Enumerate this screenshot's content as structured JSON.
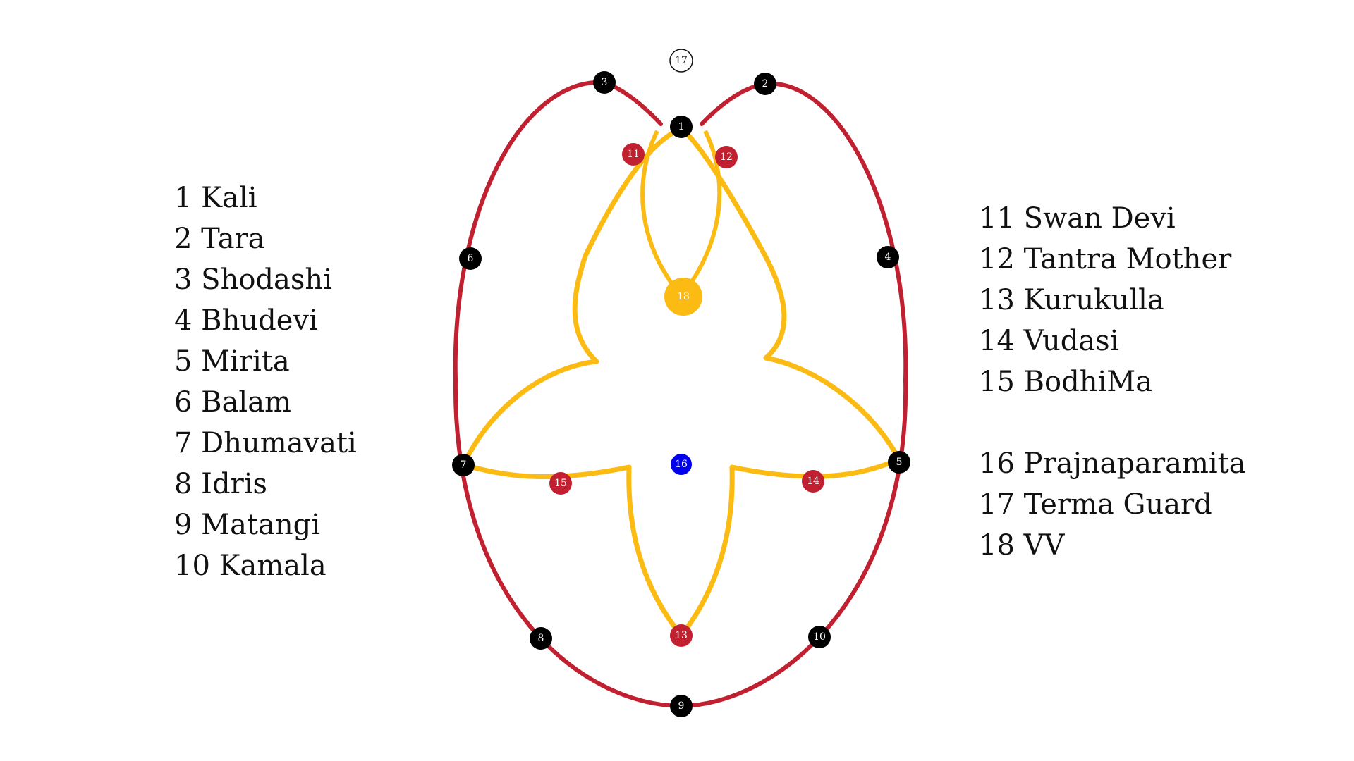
{
  "legend_left": [
    {
      "num": "1",
      "name": "Kali"
    },
    {
      "num": "2",
      "name": "Tara"
    },
    {
      "num": "3",
      "name": "Shodashi"
    },
    {
      "num": "4",
      "name": "Bhudevi"
    },
    {
      "num": "5",
      "name": "Mirita"
    },
    {
      "num": "6",
      "name": "Balam"
    },
    {
      "num": "7",
      "name": "Dhumavati"
    },
    {
      "num": "8",
      "name": "Idris"
    },
    {
      "num": "9",
      "name": "Matangi"
    },
    {
      "num": "10",
      "name": "Kamala"
    }
  ],
  "legend_right_group1": [
    {
      "num": "11",
      "name": "Swan Devi"
    },
    {
      "num": "12",
      "name": "Tantra Mother"
    },
    {
      "num": "13",
      "name": "Kurukulla"
    },
    {
      "num": "14",
      "name": "Vudasi"
    },
    {
      "num": "15",
      "name": "BodhiMa"
    }
  ],
  "legend_right_group2": [
    {
      "num": "16",
      "name": "Prajnaparamita"
    },
    {
      "num": "17",
      "name": "Terma Guard"
    },
    {
      "num": "18",
      "name": "VV"
    }
  ],
  "nodes": [
    {
      "id": "1",
      "style": "black"
    },
    {
      "id": "2",
      "style": "black"
    },
    {
      "id": "3",
      "style": "black"
    },
    {
      "id": "4",
      "style": "black"
    },
    {
      "id": "5",
      "style": "black"
    },
    {
      "id": "6",
      "style": "black"
    },
    {
      "id": "7",
      "style": "black"
    },
    {
      "id": "8",
      "style": "black"
    },
    {
      "id": "9",
      "style": "black"
    },
    {
      "id": "10",
      "style": "black"
    },
    {
      "id": "11",
      "style": "red"
    },
    {
      "id": "12",
      "style": "red"
    },
    {
      "id": "13",
      "style": "red"
    },
    {
      "id": "14",
      "style": "red"
    },
    {
      "id": "15",
      "style": "red"
    },
    {
      "id": "16",
      "style": "blue"
    },
    {
      "id": "17",
      "style": "outline"
    },
    {
      "id": "18",
      "style": "gold"
    }
  ],
  "colors": {
    "outer_ring": "#c0202f",
    "inner_star": "#fbbb13",
    "node_black": "#000000",
    "node_red": "#c0202f",
    "node_blue": "#0000ee",
    "node_gold": "#fbbb13"
  }
}
